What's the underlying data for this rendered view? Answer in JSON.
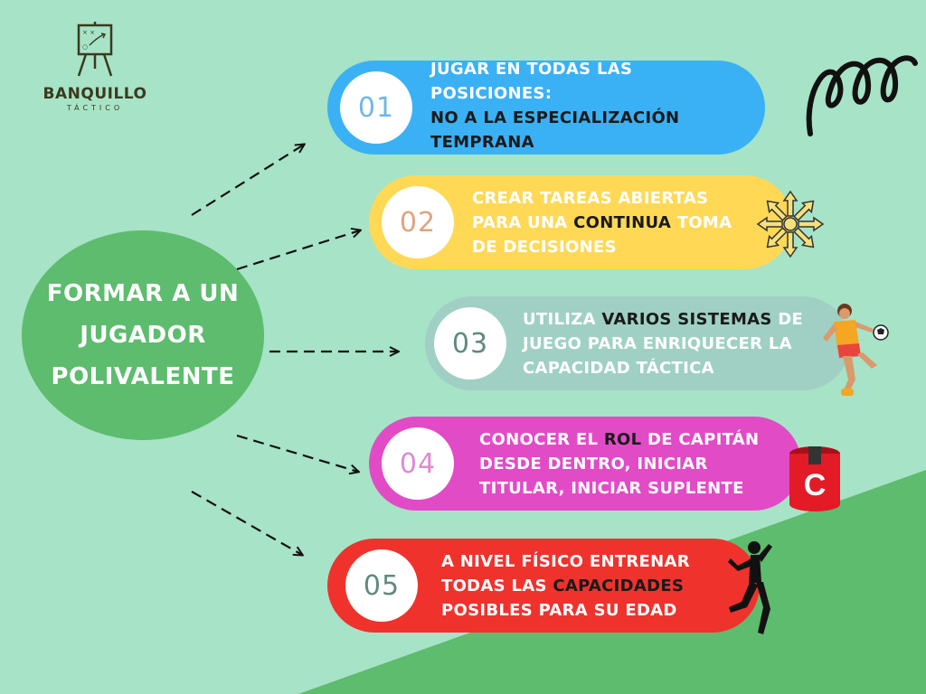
{
  "logo": {
    "name": "BANQUILLO",
    "subtitle": "TÁCTICO"
  },
  "center": {
    "line1": "FORMAR A UN",
    "line2": "JUGADOR",
    "line3": "POLIVALENTE"
  },
  "items": [
    {
      "number": "01",
      "lines": [
        [
          {
            "t": "JUGAR EN TODAS LAS POSICIONES:",
            "dark": false
          }
        ],
        [
          {
            "t": "NO A LA ESPECIALIZACIÓN",
            "dark": true
          }
        ],
        [
          {
            "t": "TEMPRANA",
            "dark": true
          }
        ]
      ]
    },
    {
      "number": "02",
      "lines": [
        [
          {
            "t": "CREAR TAREAS ABIERTAS",
            "dark": false
          }
        ],
        [
          {
            "t": "PARA UNA ",
            "dark": false
          },
          {
            "t": "CONTINUA",
            "dark": true
          },
          {
            "t": " TOMA",
            "dark": false
          }
        ],
        [
          {
            "t": "DE DECISIONES",
            "dark": false
          }
        ]
      ]
    },
    {
      "number": "03",
      "lines": [
        [
          {
            "t": "UTILIZA ",
            "dark": false
          },
          {
            "t": "VARIOS SISTEMAS",
            "dark": true
          },
          {
            "t": " DE",
            "dark": false
          }
        ],
        [
          {
            "t": "JUEGO PARA ENRIQUECER LA",
            "dark": false
          }
        ],
        [
          {
            "t": "CAPACIDAD TÁCTICA",
            "dark": false
          }
        ]
      ]
    },
    {
      "number": "04",
      "lines": [
        [
          {
            "t": "CONOCER EL ",
            "dark": false
          },
          {
            "t": "ROL",
            "dark": true
          },
          {
            "t": " DE CAPITÁN",
            "dark": false
          }
        ],
        [
          {
            "t": "DESDE DENTRO, INICIAR",
            "dark": false
          }
        ],
        [
          {
            "t": "TITULAR, INICIAR SUPLENTE",
            "dark": false
          }
        ]
      ]
    },
    {
      "number": "05",
      "lines": [
        [
          {
            "t": "A NIVEL FÍSICO ENTRENAR",
            "dark": false
          }
        ],
        [
          {
            "t": "TODAS LAS ",
            "dark": false
          },
          {
            "t": "CAPACIDADES",
            "dark": true
          }
        ],
        [
          {
            "t": "POSIBLES PARA SU EDAD",
            "dark": false
          }
        ]
      ]
    }
  ],
  "captain_badge": "C",
  "colors": {
    "background": "#a7e3c7",
    "corner": "#5dbc6e",
    "item1": "#3ab1f5",
    "item2": "#ffd956",
    "item3": "#9fd0c3",
    "item4": "#e24bc6",
    "item5": "#f0322d",
    "num1": "#6fb7e6",
    "num2": "#e0a37f",
    "num3": "#5f8a80",
    "num4": "#e08ad2",
    "num5": "#5f8a80"
  }
}
